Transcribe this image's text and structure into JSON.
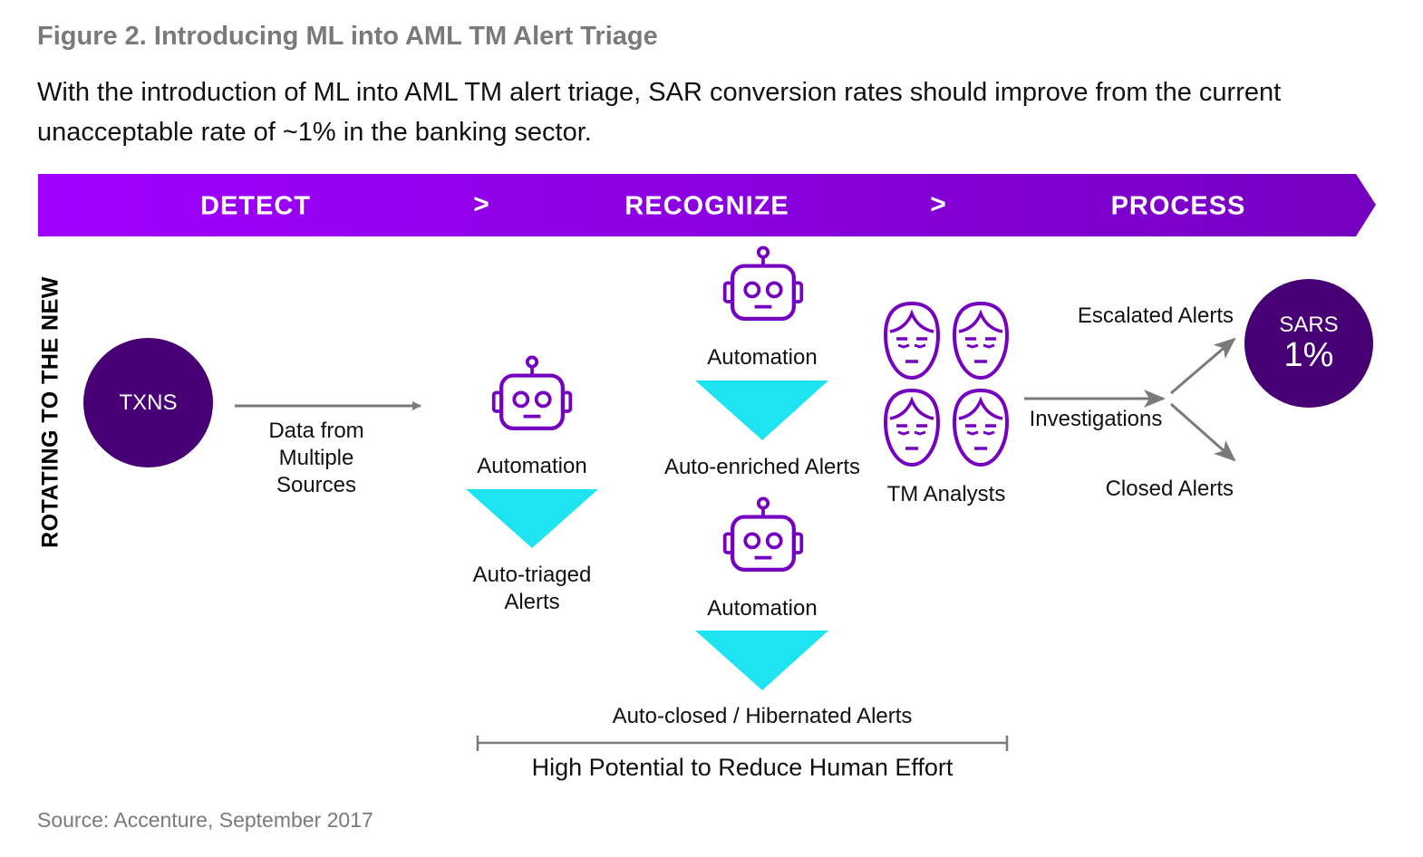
{
  "figure": {
    "title": "Figure 2. Introducing ML into AML TM Alert Triage",
    "subtitle": "With the introduction of ML into AML TM alert triage, SAR conversion rates should improve from the current unacceptable rate of ~1% in the banking sector.",
    "source": "Source: Accenture, September 2017"
  },
  "colors": {
    "banner_start": "#a100ff",
    "banner_end": "#7500c0",
    "circle": "#460073",
    "robot_and_face": "#7500c0",
    "triangle": "#1ee3f0",
    "arrow": "#7a7a7a"
  },
  "side_label": "ROTATING TO THE NEW",
  "stages": [
    "DETECT",
    "RECOGNIZE",
    "PROCESS"
  ],
  "stage_separator": ">",
  "nodes": {
    "txns": "TXNS",
    "data_sources": [
      "Data from",
      "Multiple",
      "Sources"
    ],
    "automation_1": "Automation",
    "auto_triaged": [
      "Auto-triaged",
      "Alerts"
    ],
    "automation_2": "Automation",
    "auto_enriched": "Auto-enriched Alerts",
    "automation_3": "Automation",
    "auto_closed": "Auto-closed / Hibernated Alerts",
    "tm_analysts": "TM Analysts",
    "investigations": "Investigations",
    "escalated": "Escalated Alerts",
    "closed": "Closed Alerts",
    "sars_label": "SARS",
    "sars_value": "1%"
  },
  "bottom_caption": "High Potential to Reduce Human Effort",
  "icons": [
    "robot-icon",
    "analyst-face-icon",
    "funnel-triangle-icon",
    "arrow-icon"
  ]
}
